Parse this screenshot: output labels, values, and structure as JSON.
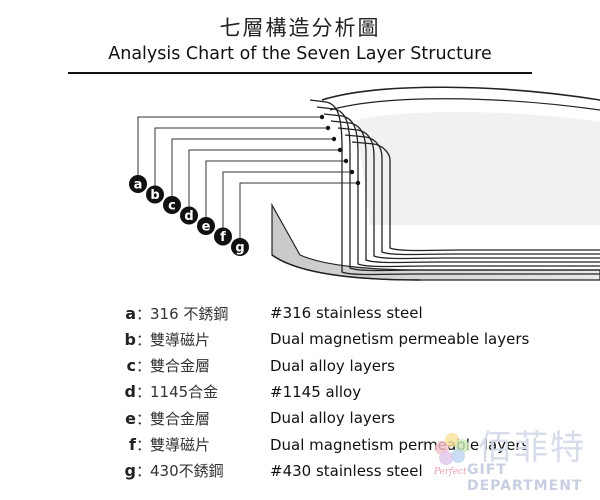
{
  "header": {
    "title_zh": "七層構造分析圖",
    "title_en": "Analysis Chart of the Seven Layer Structure"
  },
  "layers": [
    {
      "letter": "a",
      "zh": "316 不銹鋼",
      "en": "#316 stainless steel"
    },
    {
      "letter": "b",
      "zh": "雙導磁片",
      "en": "Dual magnetism permeable layers"
    },
    {
      "letter": "c",
      "zh": "雙合金層",
      "en": "Dual alloy layers"
    },
    {
      "letter": "d",
      "zh": "1145合金",
      "en": "#1145 alloy"
    },
    {
      "letter": "e",
      "zh": "雙合金層",
      "en": "Dual alloy layers"
    },
    {
      "letter": "f",
      "zh": "雙導磁片",
      "en": "Dual magnetism permeable layers"
    },
    {
      "letter": "g",
      "zh": "430不銹鋼",
      "en": "#430 stainless steel"
    }
  ],
  "watermark": {
    "logo_text": "Perfect",
    "brand_zh": "佰菲特",
    "brand_en": "GIFT DEPARTMENT"
  },
  "colors": {
    "badge": "#111111",
    "badge_text": "#ffffff",
    "pan_fill": "#d9d9d9",
    "pan_inner": "#f2f2f2",
    "watermark": "#d7dceb"
  }
}
